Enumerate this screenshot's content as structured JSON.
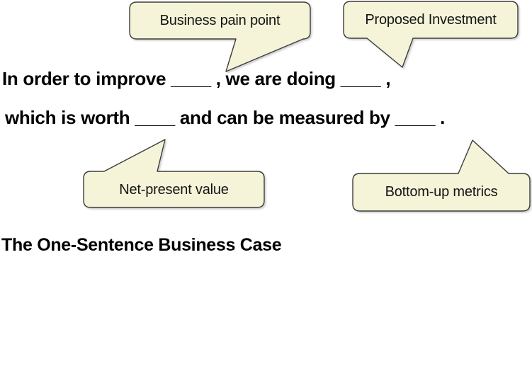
{
  "colors": {
    "background": "#ffffff",
    "callout_fill": "#f5f4d8",
    "callout_border": "#3c3c3c",
    "text": "#000000"
  },
  "callouts": {
    "business_pain_point": {
      "label": "Business pain point"
    },
    "proposed_investment": {
      "label": "Proposed Investment"
    },
    "net_present_value": {
      "label": "Net-present value"
    },
    "bottom_up_metrics": {
      "label": "Bottom-up metrics"
    }
  },
  "sentence": {
    "line1": "In order to improve ____ , we are doing ____ ,",
    "line2": "which is worth ____ and can be measured by ____ ."
  },
  "caption": {
    "title": "The One-Sentence Business Case"
  }
}
